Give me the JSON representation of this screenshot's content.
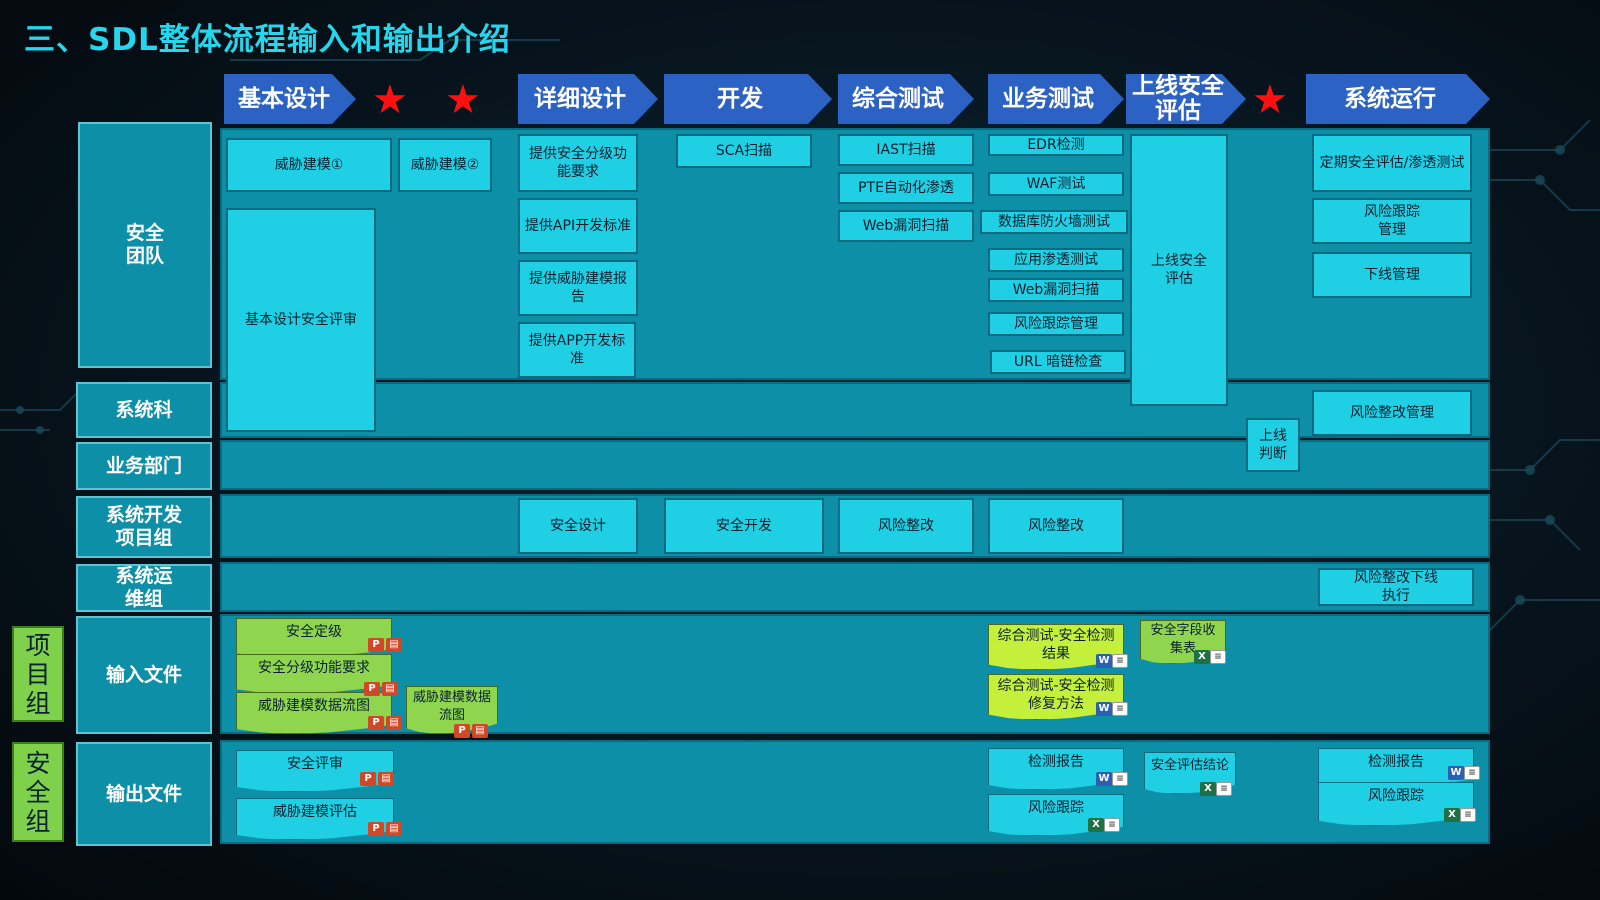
{
  "title": "三、SDL整体流程输入和输出介绍",
  "phases": {
    "basic_design": "基本设计",
    "detail_design": "详细设计",
    "develop": "开发",
    "integration_test": "综合测试",
    "business_test": "业务测试",
    "launch_assessment": "上线安全评估",
    "operation": "系统运行"
  },
  "rows": {
    "security_team": "安全团队",
    "system_dept": "系统科",
    "business_dept": "业务部门",
    "dev_project_group": "系统开发项目组",
    "ops_group": "系统运维组",
    "input_files": "输入文件",
    "output_files": "输出文件"
  },
  "side_groups": {
    "project_group": "项目组",
    "security_group": "安全组"
  },
  "security_team": {
    "threat_model_1": "威胁建模①",
    "threat_model_2": "威胁建模②",
    "basic_design_review": "基本设计安全评审",
    "security_level_req": "提供安全分级功能要求",
    "api_dev_std": "提供API开发标准",
    "threat_model_report": "提供威胁建模报告",
    "app_dev_std": "提供APP开发标准",
    "sca_scan": "SCA扫描",
    "iast_scan": "IAST扫描",
    "pte_pentest": "PTE自动化渗透",
    "web_vuln_scan_1": "Web漏洞扫描",
    "edr_check": "EDR检测",
    "waf_test": "WAF测试",
    "db_firewall_test": "数据库防火墙测试",
    "app_pentest": "应用渗透测试",
    "web_vuln_scan_2": "Web漏洞扫描",
    "risk_tracking_mgmt": "风险跟踪管理",
    "url_darklink_check": "URL 暗链检查",
    "launch_assessment_box": "上线安全评估",
    "periodic_assessment": "定期安全评估/渗透测试",
    "risk_tracking": "风险跟踪管理",
    "offline_mgmt": "下线管理"
  },
  "system_dept": {
    "launch_decision": "上线判断",
    "risk_rectify_mgmt": "风险整改管理"
  },
  "dev_group": {
    "secure_design": "安全设计",
    "secure_dev": "安全开发",
    "risk_rectify_1": "风险整改",
    "risk_rectify_2": "风险整改"
  },
  "ops_group": {
    "rectify_offline_exec": "风险整改下线执行"
  },
  "input_files": {
    "security_rating": "安全定级",
    "security_level_func_req": "安全分级功能要求",
    "threat_dfd_1": "威胁建模数据流图",
    "threat_dfd_2": "威胁建模数据流图",
    "integ_test_result": "综合测试-安全检测结果",
    "integ_test_fix": "综合测试-安全检测修复方法",
    "security_field_table": "安全字段收集表"
  },
  "output_files": {
    "security_review": "安全评审",
    "threat_model_eval": "威胁建模评估",
    "test_report_1": "检测报告",
    "risk_track_1": "风险跟踪",
    "assessment_conclusion": "安全评估结论",
    "test_report_2": "检测报告",
    "risk_track_2": "风险跟踪"
  },
  "icons": {
    "ppt": "P",
    "word": "W",
    "excel": "X"
  },
  "colors": {
    "title": "#25d6ec",
    "phase": "#2b62c4",
    "lane": "#0e8fa8",
    "box": "#1fcfe3",
    "group_label": "#7fd04a",
    "star": "#ff1010"
  }
}
